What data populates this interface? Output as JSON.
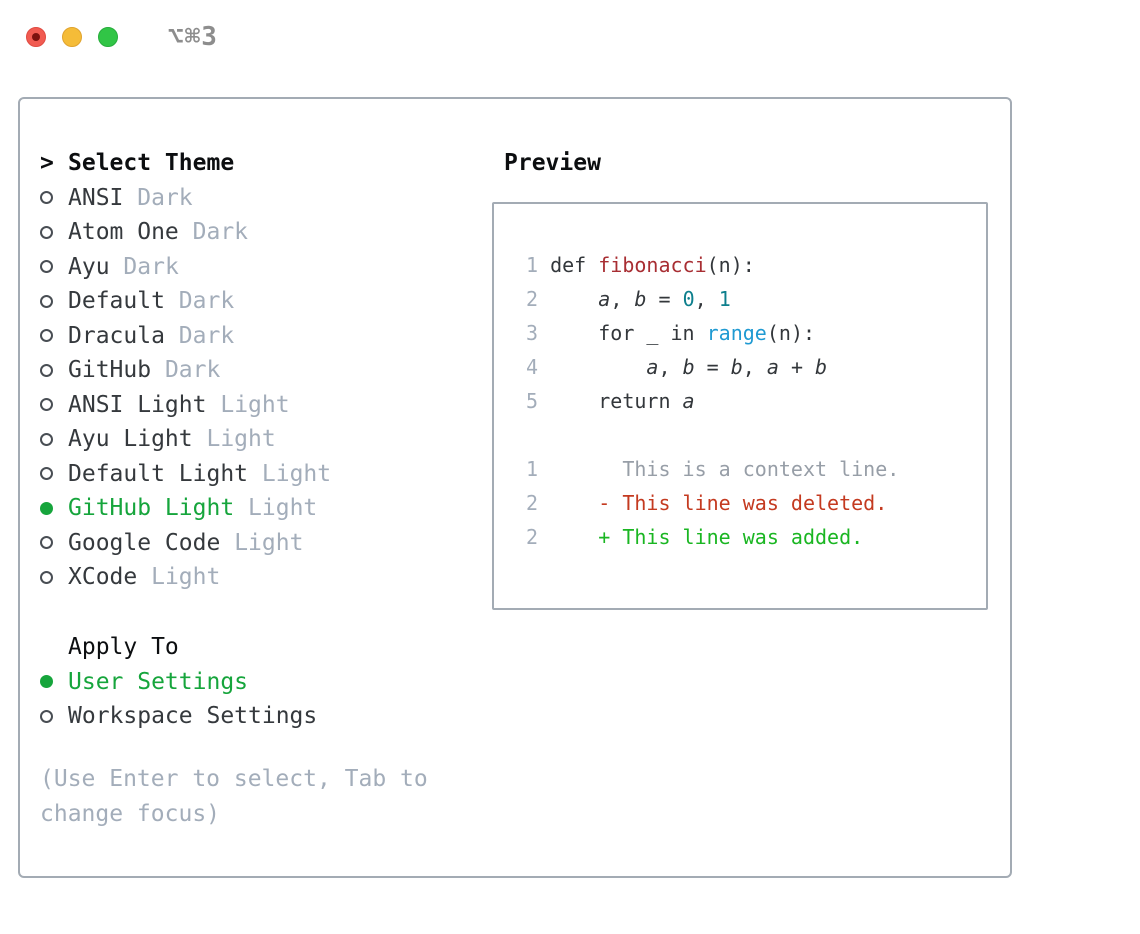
{
  "window": {
    "title": "⌥⌘3",
    "traffic_lights": [
      "close",
      "minimize",
      "zoom"
    ]
  },
  "theme_picker": {
    "prompt": ">",
    "header": "Select Theme",
    "items": [
      {
        "name": "ANSI",
        "variant": "Dark",
        "selected": false
      },
      {
        "name": "Atom One",
        "variant": "Dark",
        "selected": false
      },
      {
        "name": "Ayu",
        "variant": "Dark",
        "selected": false
      },
      {
        "name": "Default",
        "variant": "Dark",
        "selected": false
      },
      {
        "name": "Dracula",
        "variant": "Dark",
        "selected": false
      },
      {
        "name": "GitHub",
        "variant": "Dark",
        "selected": false
      },
      {
        "name": "ANSI Light",
        "variant": "Light",
        "selected": false
      },
      {
        "name": "Ayu Light",
        "variant": "Light",
        "selected": false
      },
      {
        "name": "Default Light",
        "variant": "Light",
        "selected": false
      },
      {
        "name": "GitHub Light",
        "variant": "Light",
        "selected": true
      },
      {
        "name": "Google Code",
        "variant": "Light",
        "selected": false
      },
      {
        "name": "XCode",
        "variant": "Light",
        "selected": false
      }
    ]
  },
  "apply_to": {
    "header": "Apply To",
    "options": [
      {
        "name": "User Settings",
        "selected": true
      },
      {
        "name": "Workspace Settings",
        "selected": false
      }
    ]
  },
  "help_text": "(Use Enter to select, Tab to change focus)",
  "preview": {
    "header": "Preview",
    "code_lines": [
      {
        "num": "1",
        "tokens": [
          {
            "t": "def ",
            "s": "plain"
          },
          {
            "t": "fibonacci",
            "s": "func"
          },
          {
            "t": "(n):",
            "s": "plain"
          }
        ]
      },
      {
        "num": "2",
        "tokens": [
          {
            "t": "    ",
            "s": "plain"
          },
          {
            "t": "a",
            "s": "var"
          },
          {
            "t": ", ",
            "s": "plain"
          },
          {
            "t": "b",
            "s": "var"
          },
          {
            "t": " = ",
            "s": "plain"
          },
          {
            "t": "0",
            "s": "number"
          },
          {
            "t": ", ",
            "s": "plain"
          },
          {
            "t": "1",
            "s": "number"
          }
        ]
      },
      {
        "num": "3",
        "tokens": [
          {
            "t": "    for _ in ",
            "s": "plain"
          },
          {
            "t": "range",
            "s": "builtin"
          },
          {
            "t": "(n):",
            "s": "plain"
          }
        ]
      },
      {
        "num": "4",
        "tokens": [
          {
            "t": "        ",
            "s": "plain"
          },
          {
            "t": "a",
            "s": "var"
          },
          {
            "t": ", ",
            "s": "plain"
          },
          {
            "t": "b",
            "s": "var"
          },
          {
            "t": " = ",
            "s": "plain"
          },
          {
            "t": "b",
            "s": "var"
          },
          {
            "t": ", ",
            "s": "plain"
          },
          {
            "t": "a",
            "s": "var"
          },
          {
            "t": " + ",
            "s": "plain"
          },
          {
            "t": "b",
            "s": "var"
          }
        ]
      },
      {
        "num": "5",
        "tokens": [
          {
            "t": "    return ",
            "s": "plain"
          },
          {
            "t": "a",
            "s": "var"
          }
        ]
      }
    ],
    "diff_lines": [
      {
        "num": "1",
        "sign": " ",
        "text": "This is a context line.",
        "type": "context"
      },
      {
        "num": "2",
        "sign": "-",
        "text": "This line was deleted.",
        "type": "deleted"
      },
      {
        "num": "2",
        "sign": "+",
        "text": "This line was added.",
        "type": "added"
      }
    ]
  },
  "colors": {
    "selected_green": "#16a53c",
    "muted_gray": "#a3adba",
    "function_red": "#a82e33",
    "number_teal": "#0d7f8d",
    "builtin_blue": "#1f9ad2",
    "diff_deleted_red": "#c43a20",
    "diff_added_green": "#1ab622",
    "panel_border": "#a3abb4",
    "traffic_red": "#f15b51",
    "traffic_yellow": "#f5bc38",
    "traffic_green": "#31c546"
  }
}
